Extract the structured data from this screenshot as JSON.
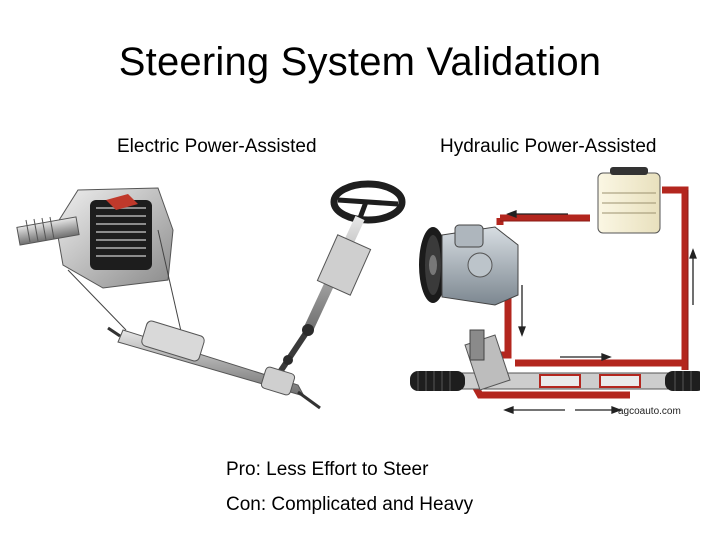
{
  "slide": {
    "title": "Steering System Validation",
    "left_label": "Electric Power-Assisted",
    "right_label": "Hydraulic Power-Assisted",
    "watermark": "agcoauto.com",
    "pro": "Pro: Less Effort to Steer",
    "con": "Con: Complicated and Heavy"
  },
  "colors": {
    "pipe_red": "#b3261e",
    "metal": "#b9b9b9",
    "dark": "#2b2b2b"
  }
}
